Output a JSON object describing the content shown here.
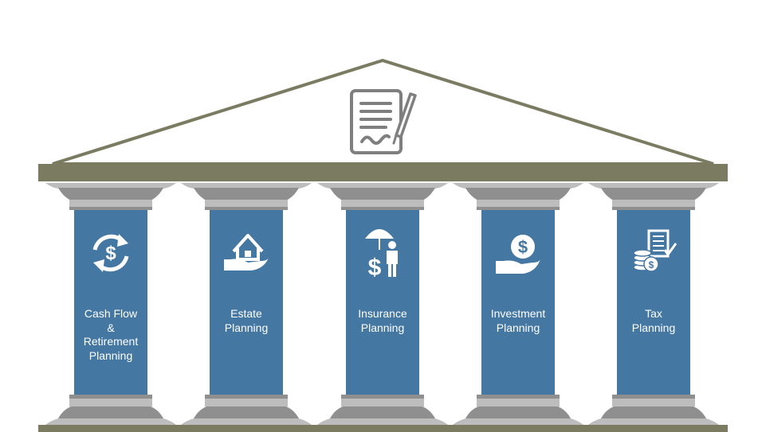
{
  "colors": {
    "roof_stroke": "#7a7b60",
    "beam": "#7a7b60",
    "column": "#4477a2",
    "capital_light": "#bdbdbd",
    "capital_dark": "#8f8f8f",
    "icon_gray": "#7f7f7f",
    "label_text": "#ffffff"
  },
  "roof": {
    "icon": "document-signature-icon"
  },
  "pillars": [
    {
      "icon": "cash-flow-cycle-icon",
      "lines": [
        "Cash Flow",
        "&",
        "Retirement",
        "Planning"
      ]
    },
    {
      "icon": "house-in-hand-icon",
      "lines": [
        "Estate",
        "Planning"
      ]
    },
    {
      "icon": "person-umbrella-dollar-icon",
      "lines": [
        "Insurance",
        "Planning"
      ]
    },
    {
      "icon": "dollar-coin-in-hand-icon",
      "lines": [
        "Investment",
        "Planning"
      ]
    },
    {
      "icon": "tax-document-coins-icon",
      "lines": [
        "Tax",
        "Planning"
      ]
    }
  ]
}
